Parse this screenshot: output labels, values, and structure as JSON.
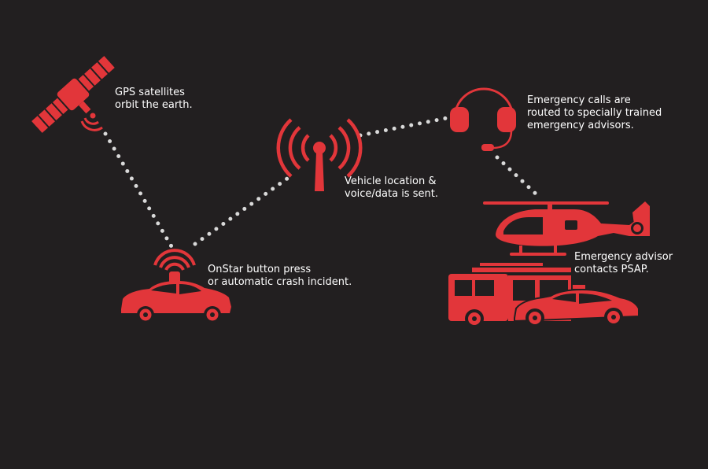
{
  "colors": {
    "background": "#221f20",
    "accent": "#e2363a",
    "dots": "#d9d9d9",
    "text": "#ffffff"
  },
  "labels": {
    "satellite": {
      "line1": "GPS satellites",
      "line2": "orbit the earth."
    },
    "tower": {
      "line1": "Vehicle location &",
      "line2": "voice/data is sent."
    },
    "headset": {
      "line1": "Emergency calls are",
      "line2": "routed to specially trained",
      "line3": "emergency advisors."
    },
    "car": {
      "line1": "OnStar button press",
      "line2": "or automatic crash incident."
    },
    "responders": {
      "line1": "Emergency advisor",
      "line2": "contacts PSAP."
    }
  },
  "icons": [
    "satellite-icon",
    "radio-tower-icon",
    "headset-icon",
    "car-icon",
    "helicopter-icon",
    "fire-truck-icon",
    "police-car-icon"
  ]
}
